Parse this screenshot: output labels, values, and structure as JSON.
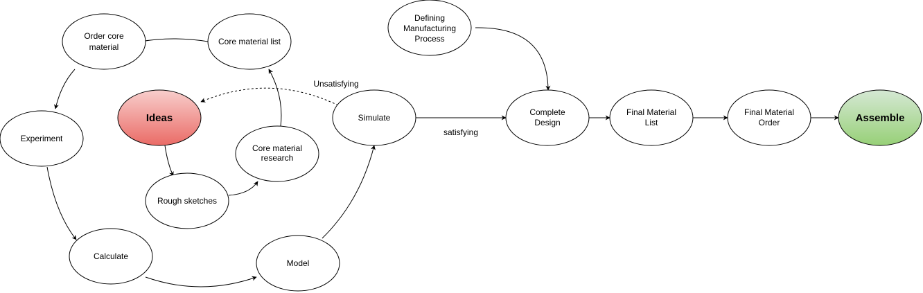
{
  "colors": {
    "ideas_fill_top": "#f8cecc",
    "ideas_fill_bottom": "#ea6b66",
    "assemble_fill_top": "#d5e8d4",
    "assemble_fill_bottom": "#97d077"
  },
  "nodes": {
    "order_core": [
      "Order core",
      "material"
    ],
    "core_list": [
      "Core material list"
    ],
    "defining": [
      "Defining",
      "Manufacturing",
      "Process"
    ],
    "ideas": [
      "Ideas"
    ],
    "experiment": [
      "Experiment"
    ],
    "simulate": [
      "Simulate"
    ],
    "core_research": [
      "Core material",
      "research"
    ],
    "complete": [
      "Complete",
      "Design"
    ],
    "final_list": [
      "Final Material",
      "List"
    ],
    "final_order": [
      "Final Material",
      "Order"
    ],
    "assemble": [
      "Assemble"
    ],
    "rough": [
      "Rough sketches"
    ],
    "calculate": [
      "Calculate"
    ],
    "model": [
      "Model"
    ]
  },
  "edges": {
    "unsatisfying": "Unsatisfying",
    "satisfying": "satisfying"
  }
}
